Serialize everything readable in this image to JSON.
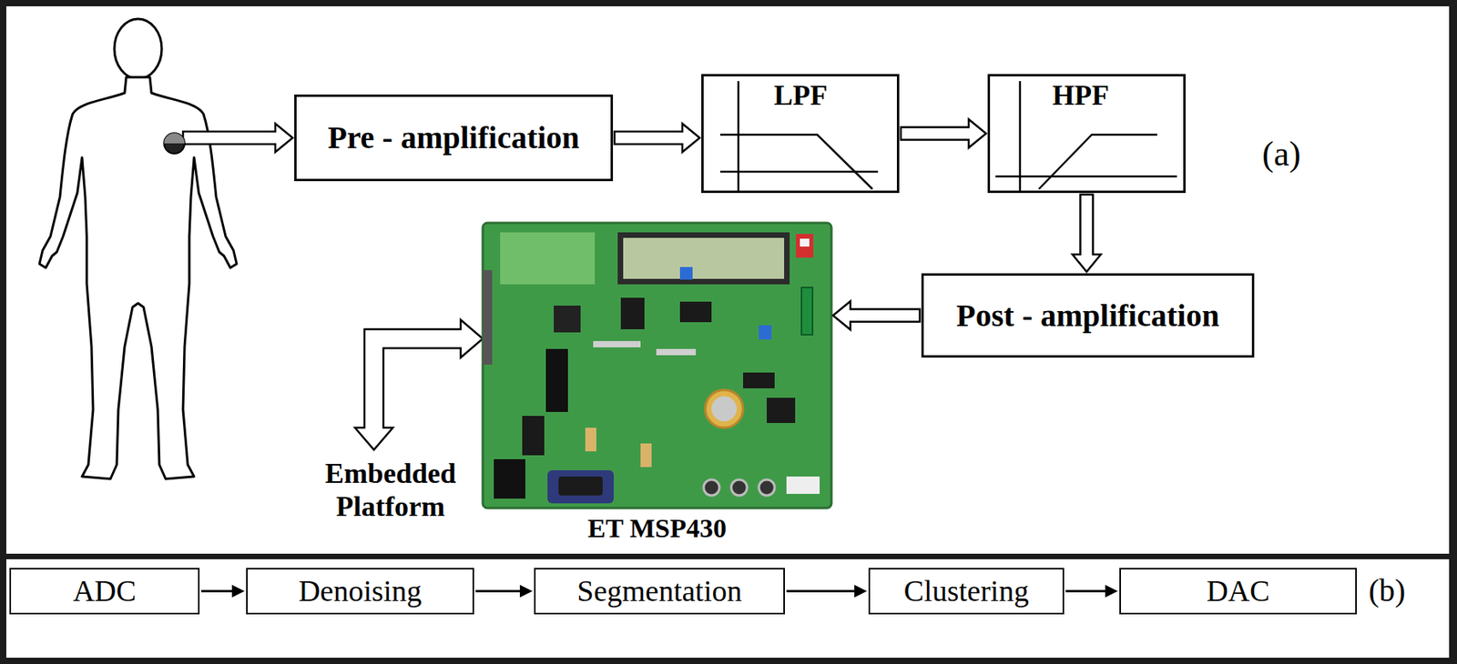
{
  "diagram": {
    "nodes": [
      {
        "text": [
          "Pre - amplification"
        ]
      },
      {
        "text": [
          "LPF"
        ]
      },
      {
        "text": [
          "HPF"
        ]
      },
      {
        "text": [
          "Post - amplification"
        ]
      },
      {
        "text": [
          "ET MSP430"
        ]
      },
      {
        "text": [
          "ADC"
        ]
      },
      {
        "text": [
          "Denoising"
        ]
      },
      {
        "text": [
          "Segmentation"
        ]
      },
      {
        "text": [
          "Clustering"
        ]
      },
      {
        "text": [
          "DAC"
        ]
      }
    ],
    "edges": [
      {
        "from": 0,
        "to": 1,
        "arrow": "to"
      },
      {
        "from": 1,
        "to": 2,
        "arrow": "to"
      },
      {
        "from": 2,
        "to": 3,
        "arrow": "to"
      },
      {
        "from": 3,
        "to": 4,
        "arrow": "to"
      },
      {
        "from": 5,
        "to": 6,
        "arrow": "to"
      },
      {
        "from": 6,
        "to": 7,
        "arrow": "to"
      },
      {
        "from": 7,
        "to": 8,
        "arrow": "to"
      },
      {
        "from": 8,
        "to": 9,
        "arrow": "to"
      }
    ],
    "labels": [
      "(a)",
      "Embedded Platform",
      "(b)"
    ]
  }
}
